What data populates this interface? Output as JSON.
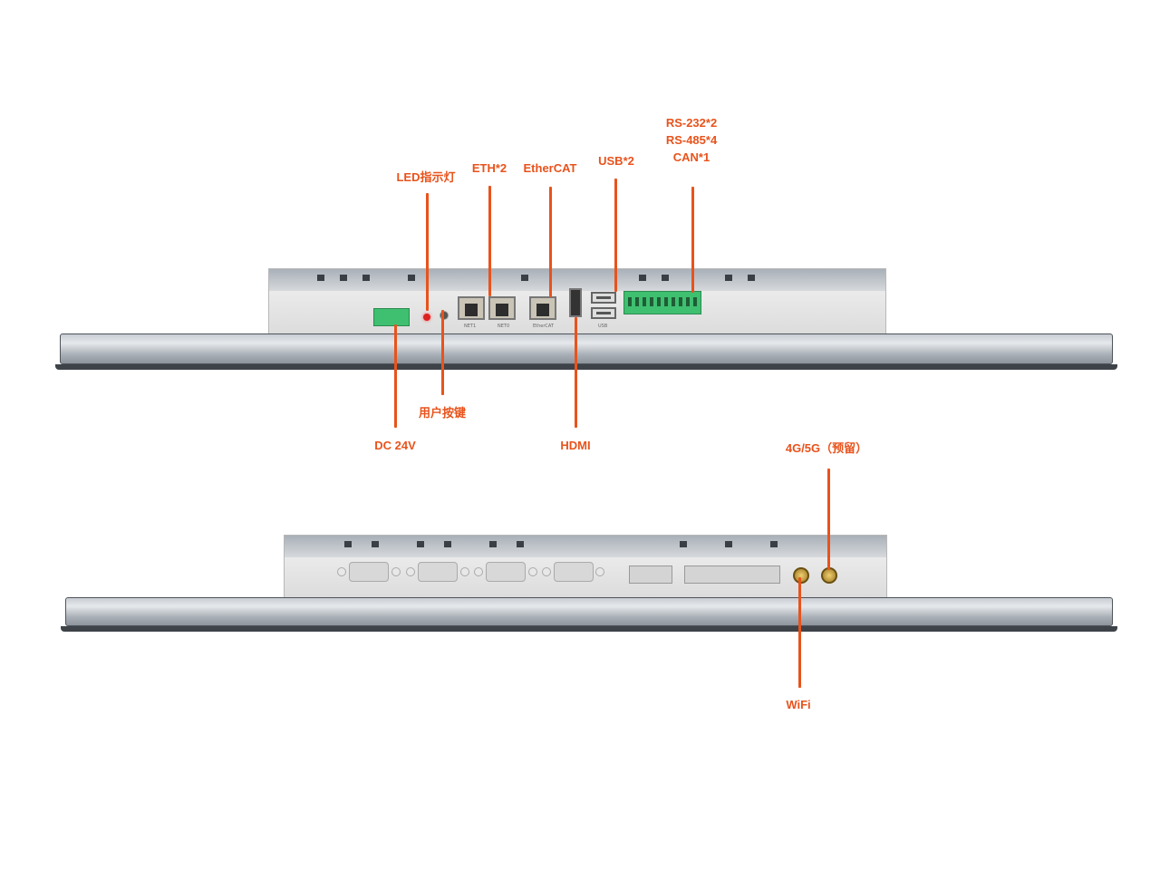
{
  "labels": {
    "led": "LED指示灯",
    "eth": "ETH*2",
    "ethercat": "EtherCAT",
    "usb": "USB*2",
    "serial_1": "RS-232*2",
    "serial_2": "RS-485*4",
    "serial_3": "CAN*1",
    "user_key": "用户按键",
    "dc": "DC 24V",
    "hdmi": "HDMI",
    "lte": "4G/5G（预留）",
    "wifi": "WiFi"
  },
  "port_prints": {
    "net1": "NET1",
    "net0": "NET0",
    "ethercat": "EtherCAT",
    "usb": "USB"
  },
  "colors": {
    "accent": "#e8531c",
    "terminal": "#3fbf70"
  }
}
